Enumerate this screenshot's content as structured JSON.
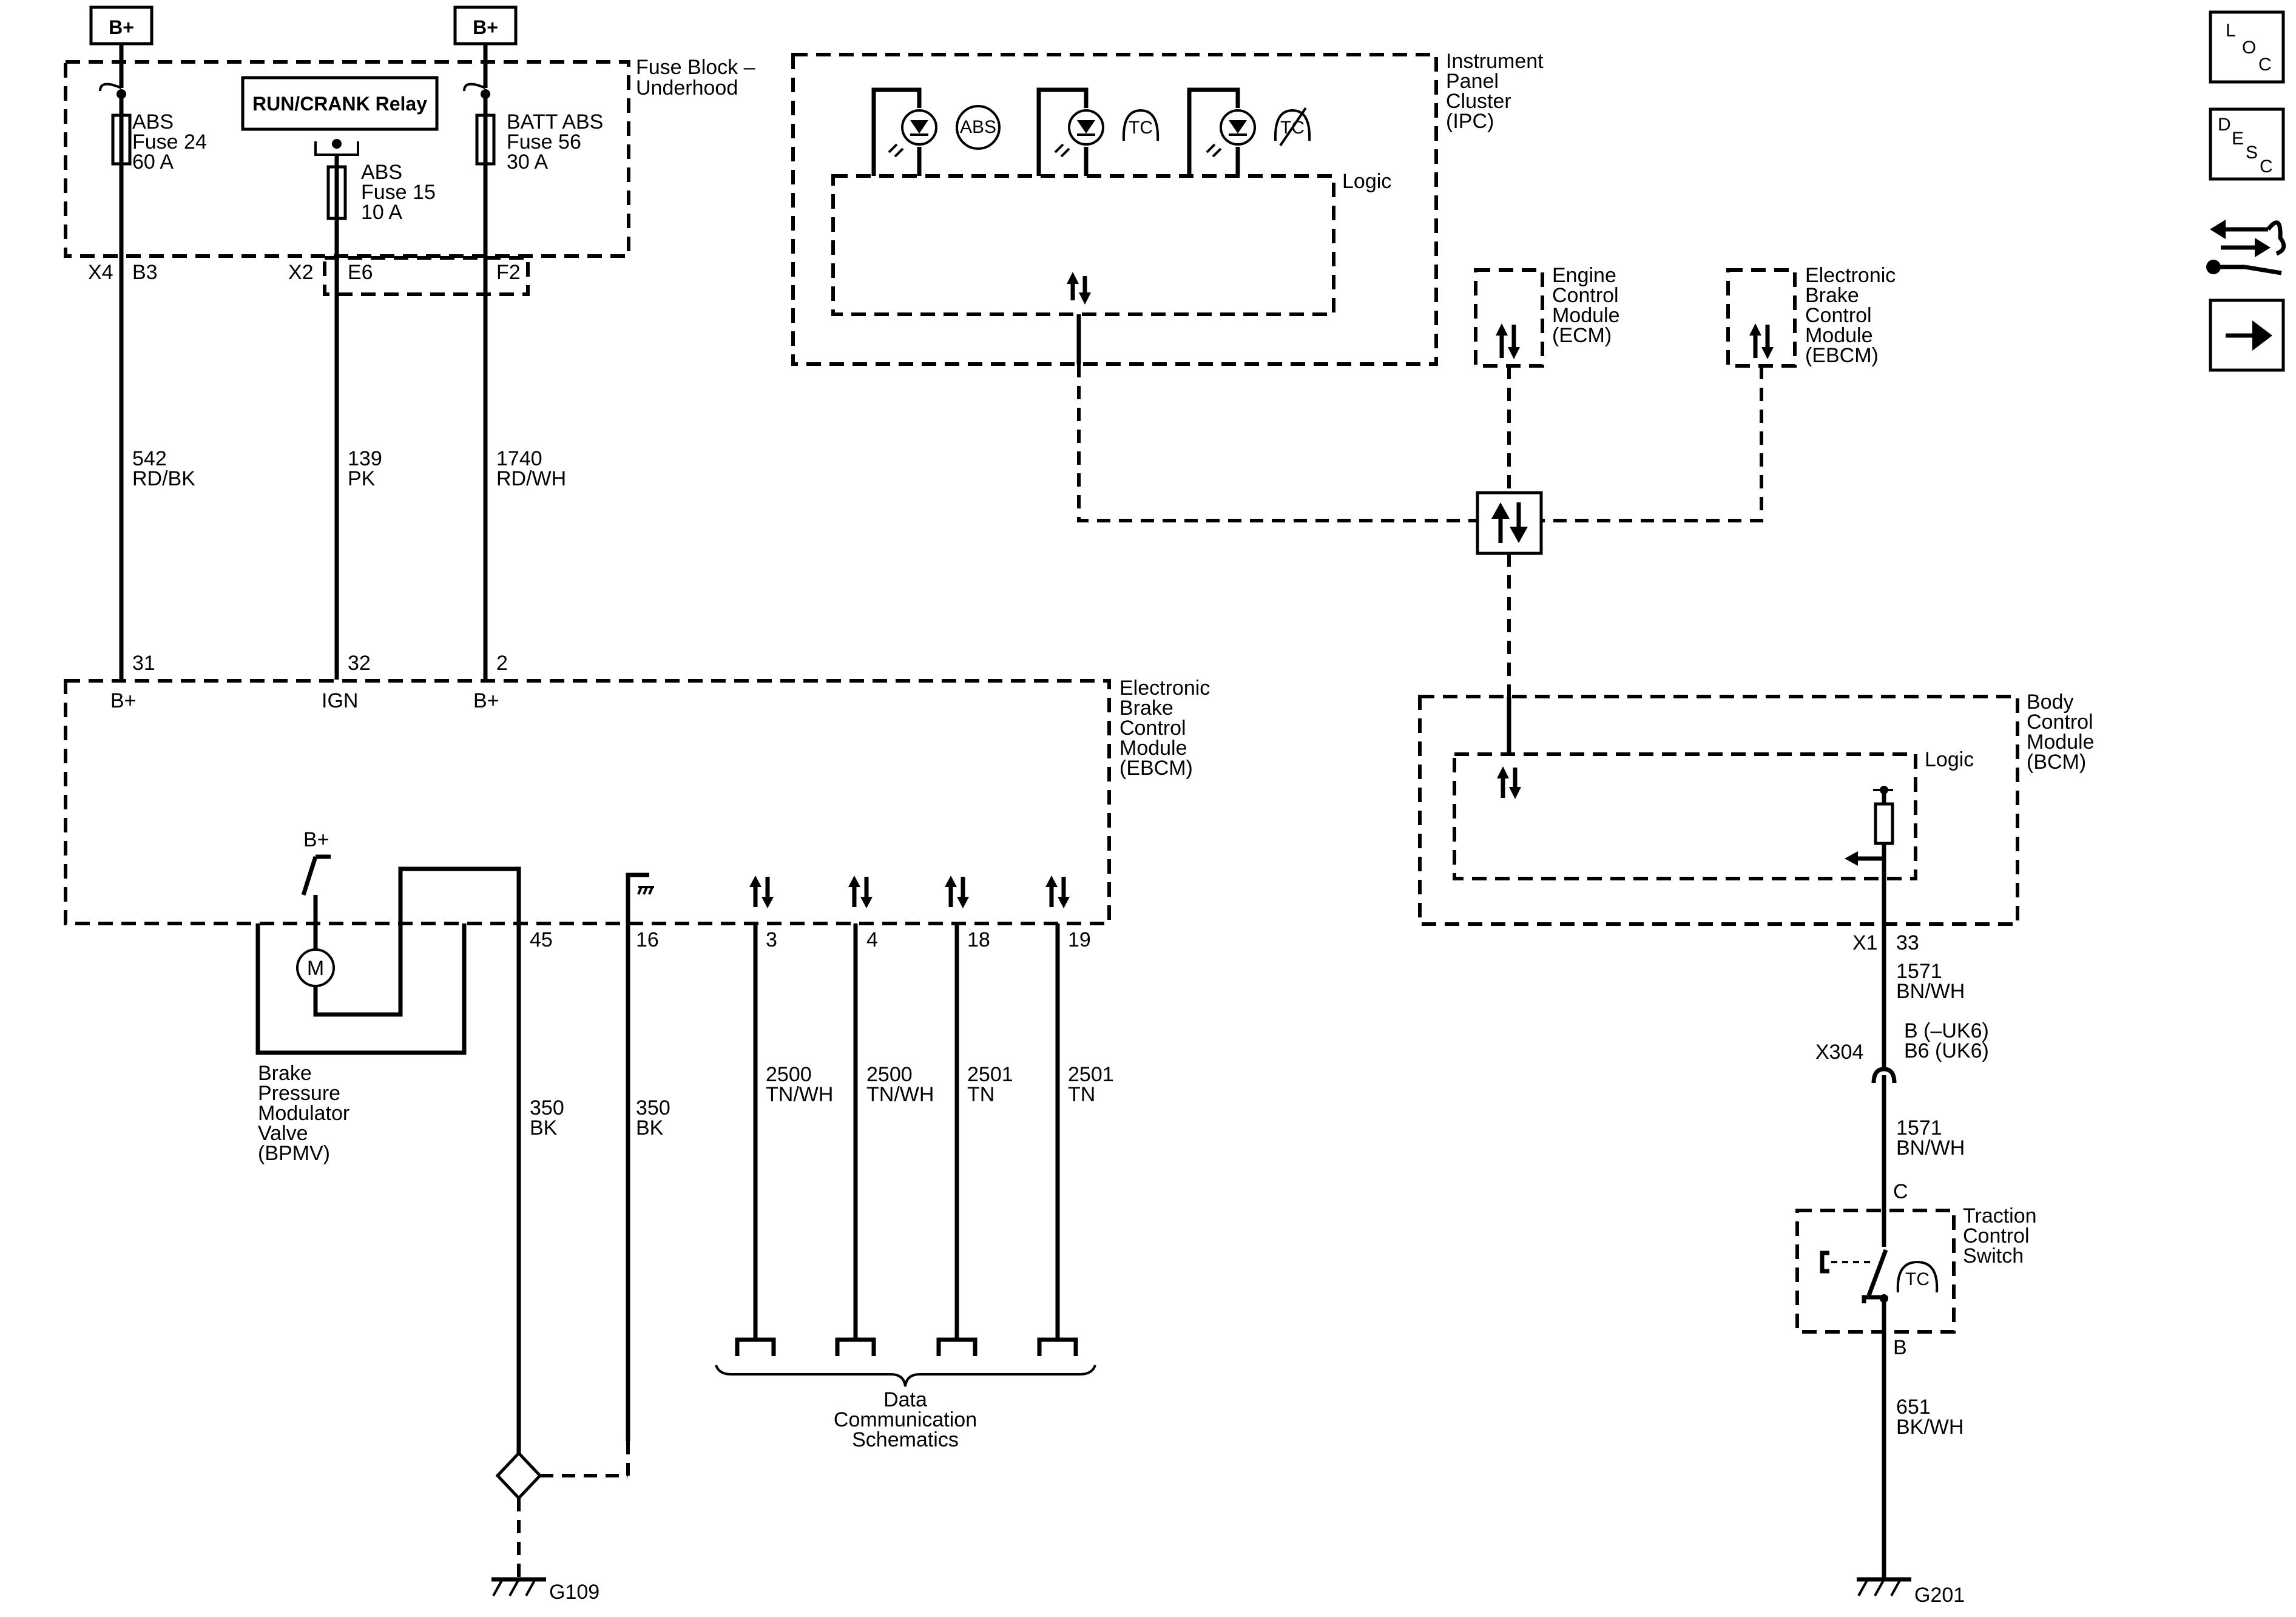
{
  "sources": {
    "left": "B+",
    "right": "B+"
  },
  "fuse_block": {
    "title_line1": "Fuse Block –",
    "title_line2": "Underhood",
    "relay": "RUN/CRANK Relay",
    "fuse_a": [
      "ABS",
      "Fuse 24",
      "60 A"
    ],
    "fuse_b": [
      "ABS",
      "Fuse 15",
      "10 A"
    ],
    "fuse_c": [
      "BATT ABS",
      "Fuse 56",
      "30 A"
    ],
    "conn_x4": "X4",
    "pin_b3": "B3",
    "conn_x2": "X2",
    "pin_e6": "E6",
    "pin_f2": "F2"
  },
  "wires": {
    "w542": [
      "542",
      "RD/BK"
    ],
    "w139": [
      "139",
      "PK"
    ],
    "w1740": [
      "1740",
      "RD/WH"
    ],
    "w350a": [
      "350",
      "BK"
    ],
    "w350b": [
      "350",
      "BK"
    ],
    "w2500a": [
      "2500",
      "TN/WH"
    ],
    "w2500b": [
      "2500",
      "TN/WH"
    ],
    "w2501a": [
      "2501",
      "TN"
    ],
    "w2501b": [
      "2501",
      "TN"
    ],
    "w1571a": [
      "1571",
      "BN/WH"
    ],
    "w1571b": [
      "1571",
      "BN/WH"
    ],
    "w651": [
      "651",
      "BK/WH"
    ]
  },
  "ebcm": {
    "title": [
      "Electronic",
      "Brake",
      "Control",
      "Module",
      "(EBCM)"
    ],
    "pin31": "31",
    "pin32": "32",
    "pin2": "2",
    "term_b1": "B+",
    "term_ign": "IGN",
    "term_b2": "B+",
    "motor_supply": "B+",
    "motor": "M",
    "pin45": "45",
    "pin16": "16",
    "pin3": "3",
    "pin4": "4",
    "pin18": "18",
    "pin19": "19"
  },
  "bpmv": [
    "Brake",
    "Pressure",
    "Modulator",
    "Valve",
    "(BPMV)"
  ],
  "data_comm": [
    "Data",
    "Communication",
    "Schematics"
  ],
  "grounds": {
    "g109": "G109",
    "g201": "G201"
  },
  "ipc": {
    "title": [
      "Instrument",
      "Panel",
      "Cluster",
      "(IPC)"
    ],
    "logic": "Logic",
    "icon_abs": "ABS",
    "icon_tc": "TC"
  },
  "ecm": [
    "Engine",
    "Control",
    "Module",
    "(ECM)"
  ],
  "ebcm_small": [
    "Electronic",
    "Brake",
    "Control",
    "Module",
    "(EBCM)"
  ],
  "bcm": {
    "title": [
      "Body",
      "Control",
      "Module",
      "(BCM)"
    ],
    "logic": "Logic",
    "conn_x1": "X1",
    "pin33": "33"
  },
  "x304": {
    "name": "X304",
    "pins": [
      "B (–UK6)",
      "B6 (UK6)"
    ]
  },
  "tcs": {
    "title": [
      "Traction",
      "Control",
      "Switch"
    ],
    "pin_c": "C",
    "pin_b": "B",
    "icon": "TC"
  },
  "side_icons": {
    "loc": [
      "L",
      "O",
      "C"
    ],
    "desc": [
      "D",
      "E",
      "S",
      "C"
    ]
  }
}
